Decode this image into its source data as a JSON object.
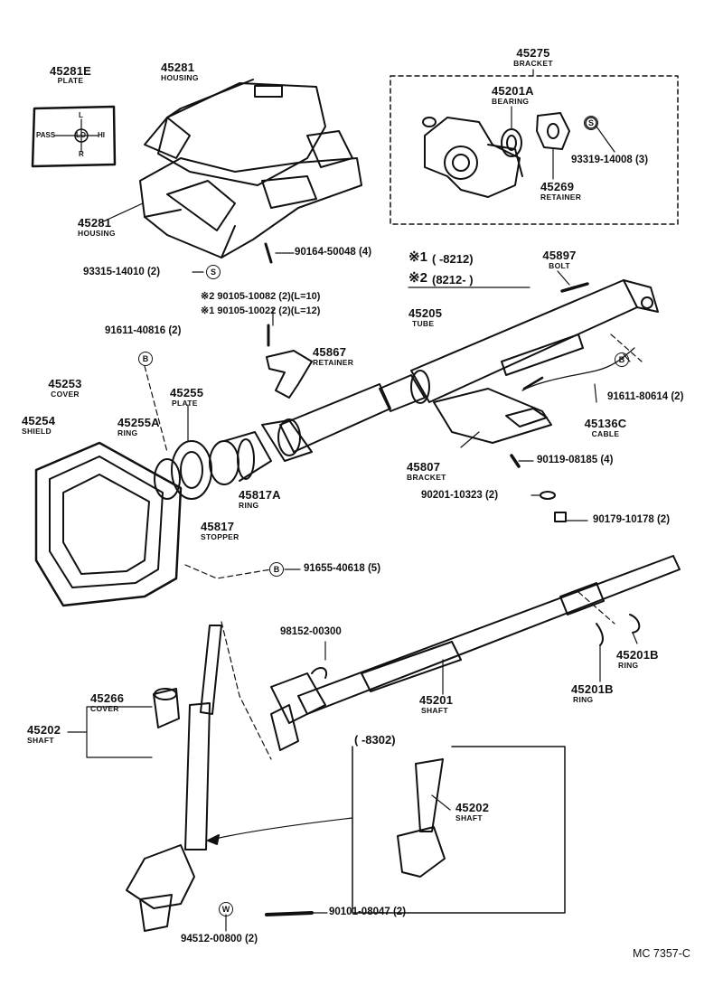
{
  "labels": {
    "p45281E": {
      "number": "45281E",
      "name": "PLATE"
    },
    "plate_text": {
      "pass": "PASS",
      "lo": "LO",
      "hi": "HI",
      "l": "L",
      "r": "R"
    },
    "p45281_top": {
      "number": "45281",
      "name": "HOUSING"
    },
    "p45281_bottom": {
      "number": "45281",
      "name": "HOUSING"
    },
    "p45275": {
      "number": "45275",
      "name": "BRACKET"
    },
    "p45201A": {
      "number": "45201A",
      "name": "BEARING"
    },
    "p45269": {
      "number": "45269",
      "name": "RETAINER"
    },
    "p93319": {
      "text": "93319-14008 (3)"
    },
    "p90164": {
      "text": "90164-50048 (4)"
    },
    "p93315": {
      "text": "93315-14010 (2)"
    },
    "note1": {
      "mark": "※1",
      "text": "(      -8212)"
    },
    "note2": {
      "mark": "※2",
      "text": "(8212-         )"
    },
    "p45897": {
      "number": "45897",
      "name": "BOLT"
    },
    "p90105a": {
      "text": "※2 90105-10082 (2)(L=10)"
    },
    "p90105b": {
      "text": "※1 90105-10022 (2)(L=12)"
    },
    "p91611_40816": {
      "text": "91611-40816 (2)"
    },
    "p45867": {
      "number": "45867",
      "name": "RETAINER"
    },
    "p45205": {
      "number": "45205",
      "name": "TUBE"
    },
    "p45253": {
      "number": "45253",
      "name": "COVER"
    },
    "p45254": {
      "number": "45254",
      "name": "SHIELD"
    },
    "p45255": {
      "number": "45255",
      "name": "PLATE"
    },
    "p45255A": {
      "number": "45255A",
      "name": "RING"
    },
    "p91611_80614": {
      "text": "91611-80614 (2)"
    },
    "p45136C": {
      "number": "45136C",
      "name": "CABLE"
    },
    "p45807": {
      "number": "45807",
      "name": "BRACKET"
    },
    "p90119": {
      "text": "90119-08185 (4)"
    },
    "p45817A": {
      "number": "45817A",
      "name": "RING"
    },
    "p45817": {
      "number": "45817",
      "name": "STOPPER"
    },
    "p90201": {
      "text": "90201-10323 (2)"
    },
    "p90179": {
      "text": "90179-10178 (2)"
    },
    "p91655": {
      "text": "91655-40618 (5)"
    },
    "p98152": {
      "text": "98152-00300"
    },
    "p45201B_right": {
      "number": "45201B",
      "name": "RING"
    },
    "p45201B_left": {
      "number": "45201B",
      "name": "RING"
    },
    "p45266": {
      "number": "45266",
      "name": "COVER"
    },
    "p45202": {
      "number": "45202",
      "name": "SHAFT"
    },
    "p45201": {
      "number": "45201",
      "name": "SHAFT"
    },
    "inset_range": {
      "text": "(      -8302)"
    },
    "p45202_inset": {
      "number": "45202",
      "name": "SHAFT"
    },
    "p90101": {
      "text": "90101-08047 (2)"
    },
    "p94512": {
      "text": "94512-00800 (2)"
    },
    "code": {
      "text": "MC 7357-C"
    }
  },
  "symbols": {
    "S": "S",
    "B": "B",
    "W": "W"
  }
}
